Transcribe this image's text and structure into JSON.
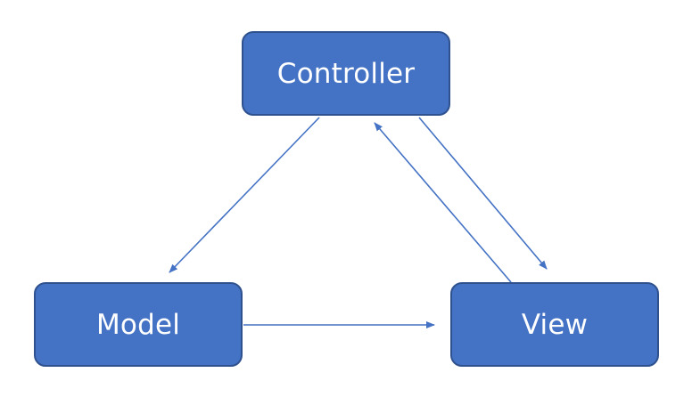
{
  "diagram": {
    "type": "mvc-triangle",
    "colors": {
      "node_fill": "#4472c4",
      "node_border": "#2f528f",
      "node_text": "#ffffff",
      "arrow": "#4472c4",
      "background": "#ffffff"
    },
    "nodes": {
      "controller": {
        "label": "Controller"
      },
      "model": {
        "label": "Model"
      },
      "view": {
        "label": "View"
      }
    },
    "edges": [
      {
        "from": "Controller",
        "to": "Model"
      },
      {
        "from": "Controller",
        "to": "View"
      },
      {
        "from": "View",
        "to": "Controller"
      },
      {
        "from": "Model",
        "to": "View"
      }
    ]
  }
}
